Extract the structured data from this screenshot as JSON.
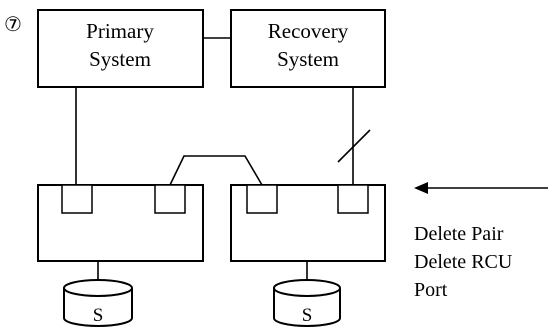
{
  "step_marker": "⑦",
  "primary_system": {
    "line1": "Primary",
    "line2": "System"
  },
  "recovery_system": {
    "line1": "Recovery",
    "line2": "System"
  },
  "left_disk": {
    "label": "S"
  },
  "right_disk": {
    "label": "S"
  },
  "operation": {
    "line1": "Delete Pair",
    "line2": "Delete RCU",
    "line3": "Port"
  }
}
